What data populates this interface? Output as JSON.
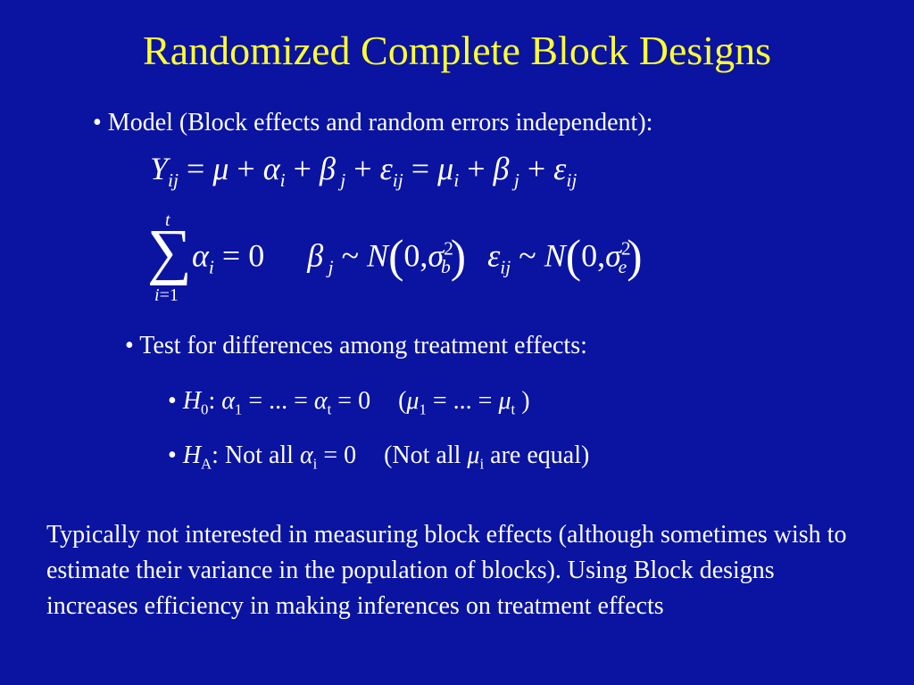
{
  "slide": {
    "title": "Randomized Complete Block Designs",
    "model_bullet": "• Model (Block effects and random errors independent):",
    "test_bullet": "• Test for differences among treatment effects:",
    "paragraph": "Typically not interested in measuring block effects (although sometimes wish to estimate their variance in the population of blocks). Using Block designs increases efficiency in making inferences on treatment effects"
  },
  "colors": {
    "background": "#0a14a0",
    "title": "#ffff33",
    "text": "#ffffff"
  }
}
